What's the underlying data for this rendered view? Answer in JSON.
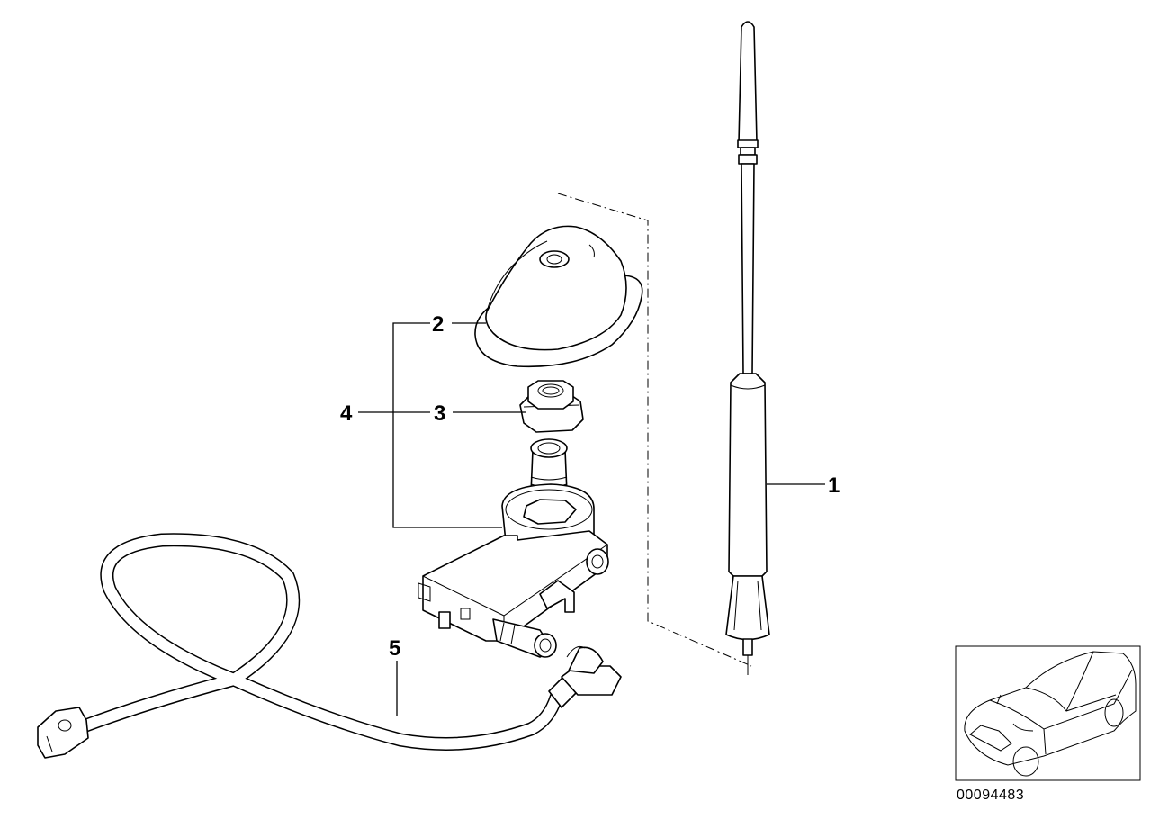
{
  "callouts": {
    "c1": "1",
    "c2": "2",
    "c3": "3",
    "c4": "4",
    "c5": "5"
  },
  "document_number": "00094483",
  "icons": {
    "antenna_mast": "antenna-rod-icon",
    "antenna_cover": "antenna-cover-icon",
    "nut": "hex-nut-icon",
    "base": "antenna-base-amplifier-icon",
    "cable": "antenna-cable-icon",
    "car": "car-thumbnail-icon"
  }
}
